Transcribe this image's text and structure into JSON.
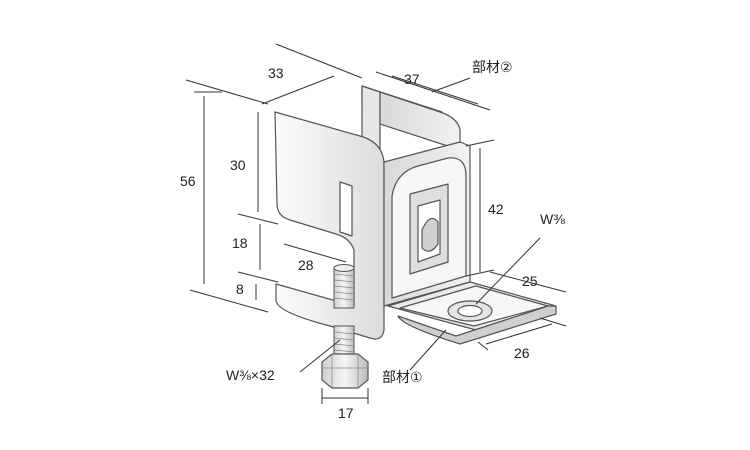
{
  "drawing": {
    "dimensions": {
      "d33": "33",
      "d37": "37",
      "d56": "56",
      "d30": "30",
      "d18": "18",
      "d8": "8",
      "d28": "28",
      "d42": "42",
      "d25": "25",
      "d26": "26",
      "d17": "17"
    },
    "labels": {
      "part2": "部材②",
      "part1": "部材①",
      "washer_spec": "W⅜",
      "bolt_spec": "W⅜×32"
    },
    "colors": {
      "metal_light": "#f4f4f4",
      "metal_mid": "#e2e2e2",
      "metal_dark": "#bdbdbd",
      "line": "#333333"
    }
  }
}
